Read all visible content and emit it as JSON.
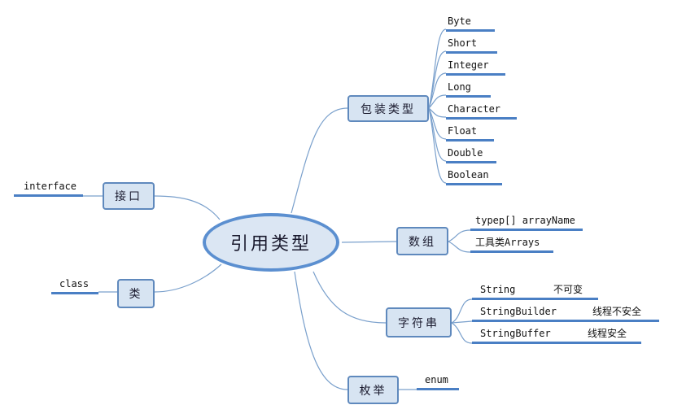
{
  "root": {
    "label": "引用类型"
  },
  "branches": {
    "wrapper": {
      "label": "包装类型",
      "items": [
        "Byte",
        "Short",
        "Integer",
        "Long",
        "Character",
        "Float",
        "Double",
        "Boolean"
      ]
    },
    "interface": {
      "label": "接口",
      "items": [
        "interface"
      ]
    },
    "class": {
      "label": "类",
      "items": [
        "class"
      ]
    },
    "array": {
      "label": "数组",
      "items": [
        "typep[] arrayName",
        "工具类Arrays"
      ]
    },
    "string": {
      "label": "字符串",
      "items": [
        {
          "name": "String",
          "note": "不可变"
        },
        {
          "name": "StringBuilder",
          "note": "线程不安全"
        },
        {
          "name": "StringBuffer",
          "note": "线程安全"
        }
      ]
    },
    "enum": {
      "label": "枚举",
      "items": [
        "enum"
      ]
    }
  },
  "colors": {
    "line": "#7aa0cc",
    "underline": "#4a7fc4",
    "node_fill": "#d7e4f2",
    "root_border": "#5b8fd0"
  }
}
